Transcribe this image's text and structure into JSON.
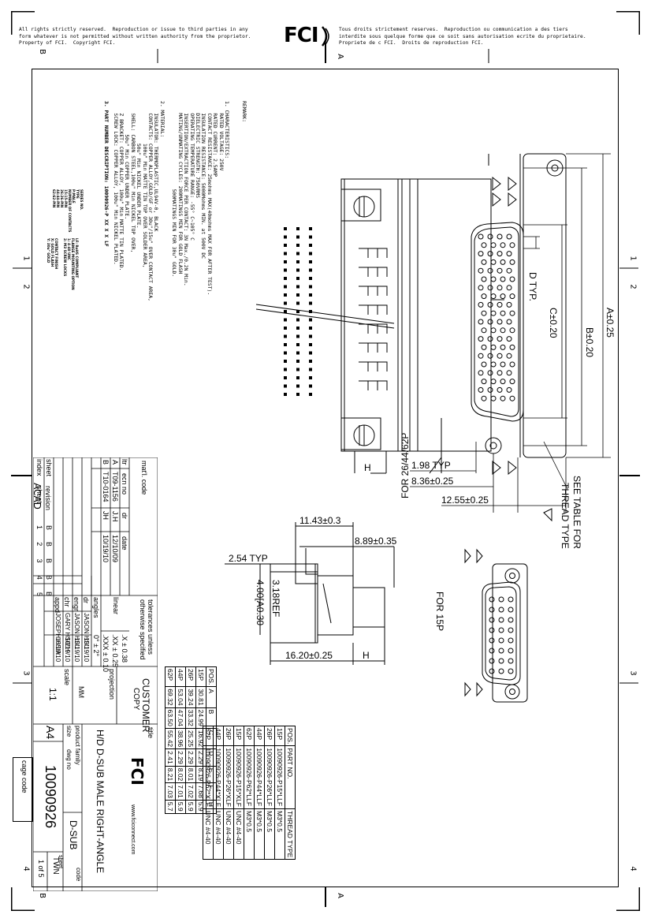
{
  "header": {
    "left_lines": [
      "All rights strictly reserved.  Reproduction or issue to third parties in any",
      "form whatever is not permitted without written authority from the proprietor.",
      "Property of FCI.  Copyright FCI."
    ],
    "right_lines": [
      "Tous droits strictement reserves.  Reproduction ou communication a des tiers",
      "interdite sous quelque forme que ce soit sans autorisation ecrite du proprietaire.",
      "Propriete de c FCI.  Droits de reproduction FCI."
    ],
    "logo": "FCI"
  },
  "border_marks": {
    "top_left": "B",
    "top_mid": "A",
    "bottom_left": "B",
    "bottom_mid": "A",
    "left_1": "1",
    "left_2": "2",
    "right_1": "1",
    "right_2": "2",
    "left_3": "3",
    "right_3": "3",
    "left_4": "4",
    "right_4": "4",
    "acad": "ACAD"
  },
  "remarks": {
    "title": "REMARK:",
    "lines": [
      "1. CHARACTERISTICS:",
      "    RATED VOLTAGE: 250V",
      "    RATED CURRENT: 2.5AMP",
      "    CONTACT RESISTANCE: 25mohms MAX(40mohms MAX FOR AFTER TEST).",
      "    INSULATION RESISTANCE: 5000Mohms MIN. at 500V DC",
      "    DIELECTRIC STRENGTH: 750VRMS",
      "    OPERATING TEMPERATURE RANGE: -55° C~105° C",
      "    INSERTION/EXTRACTION FORCE PER CONTACT: 3N Max./0.2N Min.",
      "    MATING/UNMATING CYCLES: 200MATINGS MIN FOR GOLD FLASH",
      "                             500MATINGS MIN FOR 30u\" GOLD.",
      "2. MATERIAL:",
      "    INSULATOR: THERMOPLASTIC,UL94V-0, BLACK",
      "    CONTACTS: COPPER ALLOY,GOLD/GF or 30u\"/15u\" OVER CONTACT AREA,",
      "              100u\" Min MATTE TIN TOP OVER SOLDER AREA,",
      "              50u\" Min NICKEL UNDER PLATE.",
      "    SHELL: CARBON STEEL,100u\" Min NICKEL TOP OVER,",
      "           50u\" Min COPPER UNDER PLATE.",
      "    Z BRACKET: COPPER ALLOY, 100u\" Min MATTE TIN PLATED.",
      "    SCREW LOCK: COPPER ALLOY, 100u\" Min NICKEL PLATED.",
      "3. PART NUMBER DESCRIPTION: 10090926-P XX X X LF"
    ],
    "pn_labels": [
      "SERIES NO.",
      "TYPE",
      "P:MALE",
      "NUMBER OF CONTACTS",
      "15:15-PIN",
      "26:26-PIN",
      "44:44-PIN",
      "62:62-PIN",
      "LF: RoHS COMPLIANT",
      "FLANGE MOUNTING OPTION",
      "1: 4-40 UNC",
      "2: M3 SCREW LOCKS",
      "CONTACT FINISH",
      "X: GOLD FLASH",
      "Y: 30u\" GOLD"
    ]
  },
  "dims": {
    "for_26": "FOR 26/44/62P",
    "for_15": "FOR 15P",
    "a": "A±0.25",
    "b": "B±0.20",
    "c": "C±0.20",
    "d": "D TYP.",
    "h": "H",
    "typ198": "1.98 TYP",
    "d836": "8.36±0.25",
    "d1255": "12.55±0.25",
    "see_table": "SEE TABLE FOR",
    "thread_type": "THREAD TYPE",
    "d1143": "11.43±0.3",
    "d254": "2.54 TYP",
    "d889": "8.89±0.35",
    "d318": "3.18REF",
    "d400": "4.00[A0.30",
    "d1620": "16.20±0.25",
    "h2": "H"
  },
  "dim_table": {
    "headers": [
      "POS.",
      "A",
      "B",
      "C",
      "D",
      "E",
      "F",
      "H"
    ],
    "rows": [
      [
        "15P",
        "30.81",
        "24.99",
        "16.92",
        "2.29",
        "8.19",
        "7.68",
        "5.9"
      ],
      [
        "26P",
        "39.24",
        "33.32",
        "25.25",
        "2.29",
        "8.01",
        "7.02",
        "5.9"
      ],
      [
        "44P",
        "53.04",
        "47.04",
        "38.96",
        "2.29",
        "8.02",
        "7.01",
        "5.9"
      ],
      [
        "62P",
        "69.32",
        "63.50",
        "55.42",
        "2.41",
        "8.21",
        "7.03",
        "5.7"
      ]
    ]
  },
  "part_table": {
    "headers": [
      "POS.",
      "PART NO.",
      "THREAD TYPE"
    ],
    "rows": [
      [
        "15P",
        "10090926-P15*LLF",
        "M3*0.5"
      ],
      [
        "26P",
        "10090926-P26*LLF",
        "M3*0.5"
      ],
      [
        "44P",
        "10090926-P44*LLF",
        "M3*0.5"
      ],
      [
        "62P",
        "10090926-P62*LLF",
        "M3*0.5"
      ],
      [
        "15P",
        "10090926-P15*XLF",
        "UNC #4-40"
      ],
      [
        "26P",
        "10090926-P26*XLF",
        "UNC #4-40"
      ],
      [
        "44P",
        "10090926-P44*XLF",
        "UNC #4-40"
      ],
      [
        "62P",
        "10090926-P62*XLF",
        "UNC #4-40"
      ]
    ]
  },
  "title_block": {
    "matl": "mat'l. code",
    "rev_headers": [
      "ltr",
      "ecn no",
      "dr",
      "date"
    ],
    "revs": [
      [
        "A",
        "T09-1156",
        "J.H",
        "12/10/09"
      ],
      [
        "B",
        "T10-0164",
        "JH",
        "10/19/10"
      ]
    ],
    "tolerances": [
      "tolerances unless",
      "otherwise specified"
    ],
    "tol_rows": [
      ".X  ±  0.38",
      ".XX  ±  0.25",
      ".XXX ±  0.10"
    ],
    "linear": "linear",
    "angles": "angles",
    "angle_val": "0°  ±  2°",
    "people": [
      [
        "dr",
        "JASON HSU",
        "10/19/10"
      ],
      [
        "engr",
        "JASON HSU",
        "10/19/10"
      ],
      [
        "chr",
        "GARY HSIEH",
        "10/19/10"
      ],
      [
        "appd",
        "JOSEPH HSIA",
        "10/19/10"
      ]
    ],
    "sheet_label": "sheet",
    "index_label": "index",
    "revision_label": "revision",
    "sheet_nums": [
      "1",
      "2",
      "3",
      "4",
      "5"
    ],
    "sheet_revs": [
      "B",
      "B",
      "B",
      "B",
      "B"
    ],
    "customer": "CUSTOMER",
    "copy": "COPY",
    "projection": "projection",
    "units": "MM",
    "scale_label": "scale",
    "scale": "1:1",
    "title_label": "title",
    "title": "H/D D-SUB MALE RIGHT-ANGLE",
    "www": "www.fciconnect.com",
    "product_family_label": "product family",
    "product_family": "D-SUB",
    "size_label": "size",
    "size": "A4",
    "dwg_label": "dwg no",
    "dwg": "10090926",
    "code_label": "code",
    "code": "TWN",
    "sheet_of_label": "sheet",
    "sheet_of": "1 of 5",
    "cage_code": "cage code"
  }
}
